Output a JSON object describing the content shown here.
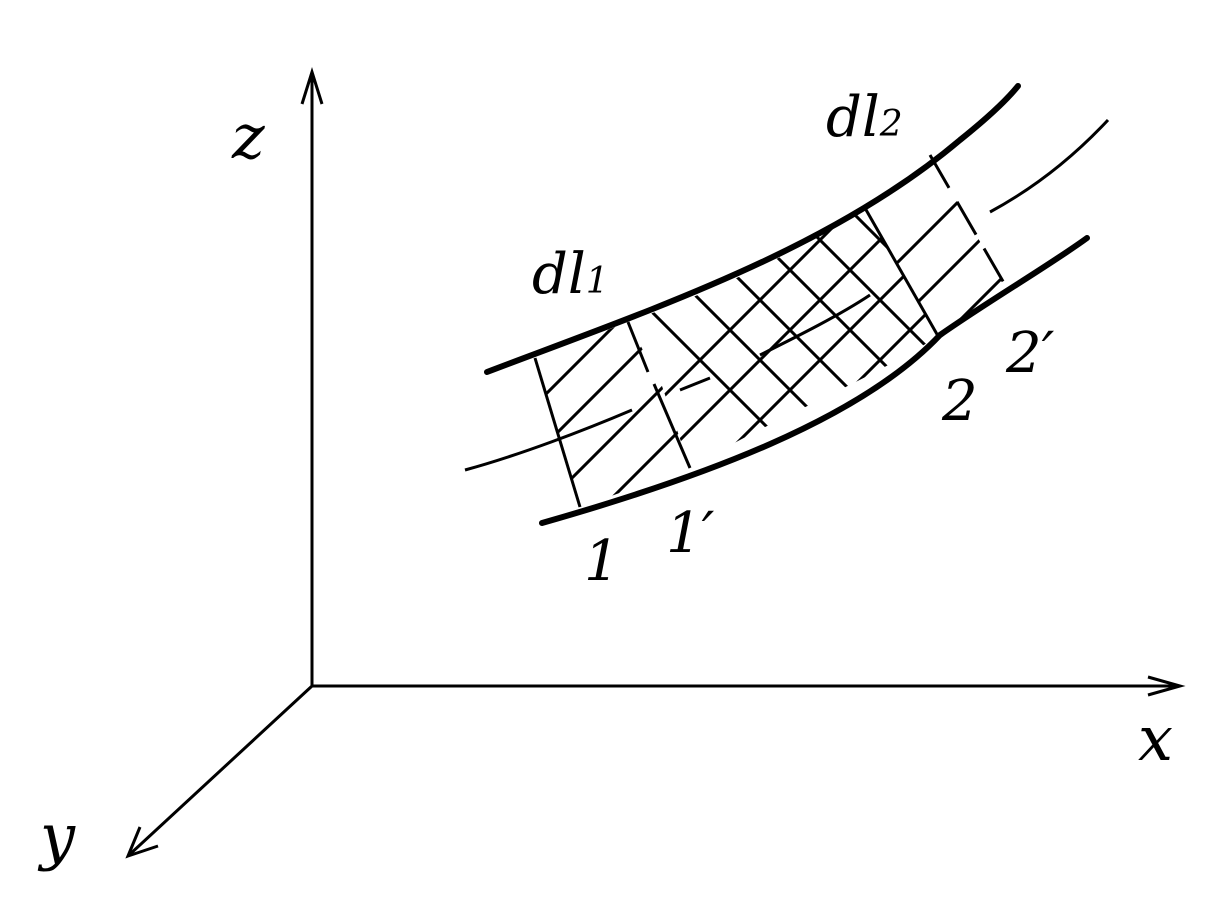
{
  "axes": {
    "z": "z",
    "x": "x",
    "y": "y"
  },
  "labels": {
    "dl1": {
      "main": "dl",
      "sub": "1"
    },
    "dl2": {
      "main": "dl",
      "sub": "2"
    },
    "sec1": "1",
    "sec1p": "1′",
    "sec2": "2",
    "sec2p": "2′"
  }
}
